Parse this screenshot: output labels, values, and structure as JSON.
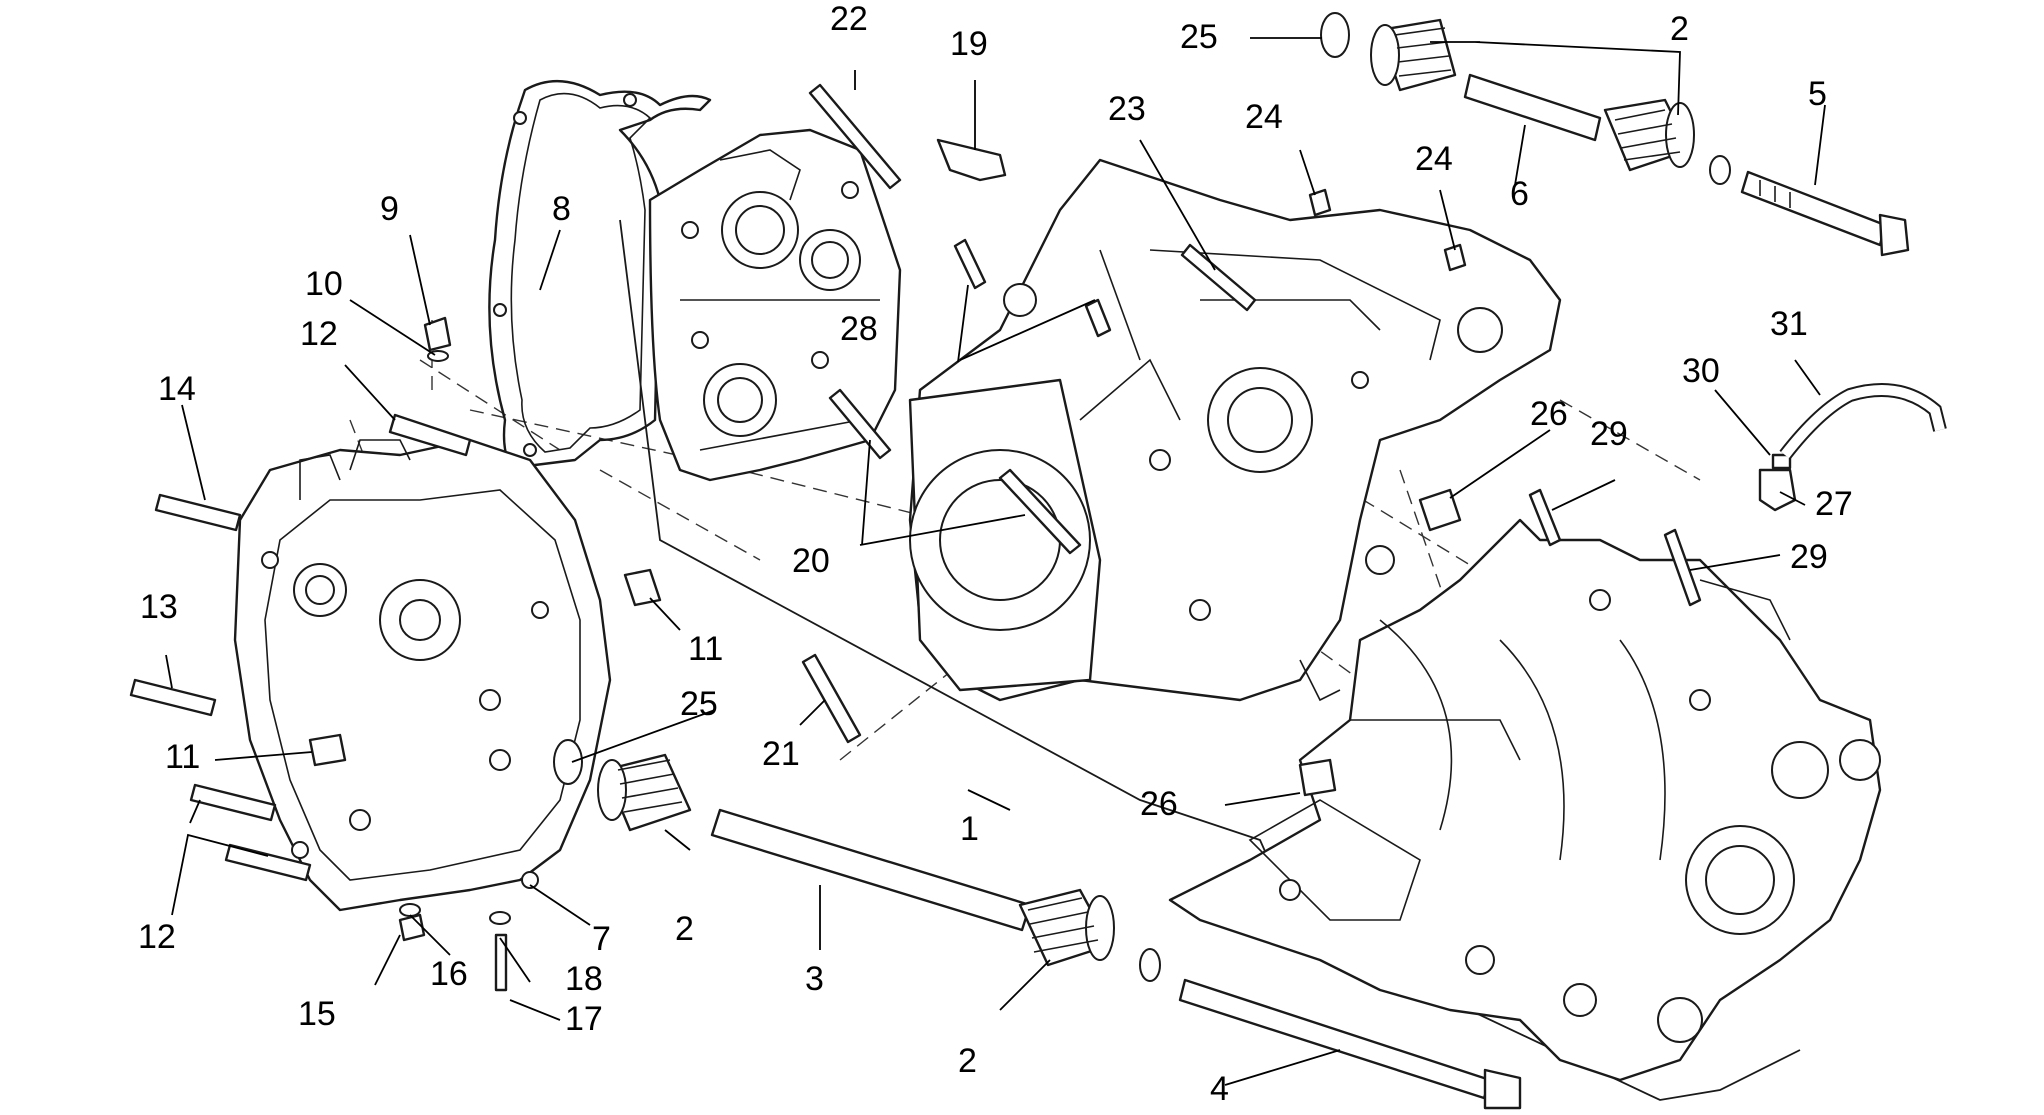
{
  "colors": {
    "line": "#1a1a1a",
    "background": "#ffffff"
  },
  "callouts": [
    {
      "id": "c1",
      "label": "1"
    },
    {
      "id": "c2a",
      "label": "2"
    },
    {
      "id": "c2b",
      "label": "2"
    },
    {
      "id": "c2c",
      "label": "2"
    },
    {
      "id": "c3",
      "label": "3"
    },
    {
      "id": "c4",
      "label": "4"
    },
    {
      "id": "c5",
      "label": "5"
    },
    {
      "id": "c6",
      "label": "6"
    },
    {
      "id": "c7",
      "label": "7"
    },
    {
      "id": "c8",
      "label": "8"
    },
    {
      "id": "c9",
      "label": "9"
    },
    {
      "id": "c10",
      "label": "10"
    },
    {
      "id": "c11a",
      "label": "11"
    },
    {
      "id": "c11b",
      "label": "11"
    },
    {
      "id": "c12a",
      "label": "12"
    },
    {
      "id": "c12b",
      "label": "12"
    },
    {
      "id": "c13",
      "label": "13"
    },
    {
      "id": "c14",
      "label": "14"
    },
    {
      "id": "c15",
      "label": "15"
    },
    {
      "id": "c16",
      "label": "16"
    },
    {
      "id": "c17",
      "label": "17"
    },
    {
      "id": "c18",
      "label": "18"
    },
    {
      "id": "c19",
      "label": "19"
    },
    {
      "id": "c20",
      "label": "20"
    },
    {
      "id": "c21",
      "label": "21"
    },
    {
      "id": "c22",
      "label": "22"
    },
    {
      "id": "c23",
      "label": "23"
    },
    {
      "id": "c24a",
      "label": "24"
    },
    {
      "id": "c24b",
      "label": "24"
    },
    {
      "id": "c25a",
      "label": "25"
    },
    {
      "id": "c25b",
      "label": "25"
    },
    {
      "id": "c26a",
      "label": "26"
    },
    {
      "id": "c26b",
      "label": "26"
    },
    {
      "id": "c27",
      "label": "27"
    },
    {
      "id": "c28",
      "label": "28"
    },
    {
      "id": "c29a",
      "label": "29"
    },
    {
      "id": "c29b",
      "label": "29"
    },
    {
      "id": "c30",
      "label": "30"
    },
    {
      "id": "c31",
      "label": "31"
    }
  ]
}
